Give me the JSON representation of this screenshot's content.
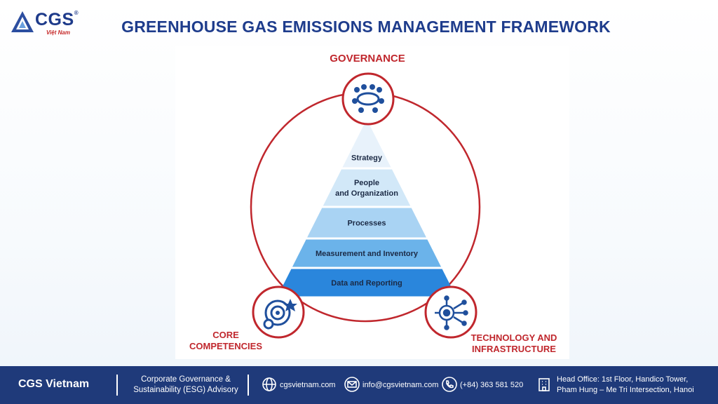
{
  "header": {
    "logo_text": "CGS",
    "logo_sup": "®",
    "logo_sub": "Việt Nam",
    "title": "GREENHOUSE GAS EMISSIONS MANAGEMENT FRAMEWORK"
  },
  "diagram": {
    "governance": "GOVERNANCE",
    "core_competencies": [
      "CORE",
      "COMPETENCIES"
    ],
    "technology": [
      "TECHNOLOGY AND",
      "INFRASTRUCTURE"
    ],
    "tiers": [
      {
        "lines": [
          "Strategy"
        ],
        "color": "#e8f2fb"
      },
      {
        "lines": [
          "People",
          "and Organization"
        ],
        "color": "#d2e8f8"
      },
      {
        "lines": [
          "Processes"
        ],
        "color": "#a9d3f3"
      },
      {
        "lines": [
          "Measurement and Inventory"
        ],
        "color": "#6bb3ea"
      },
      {
        "lines": [
          "Data and Reporting"
        ],
        "color": "#2a86dc"
      }
    ],
    "accent_color": "#c0272d",
    "icons": [
      "meeting-table-icon",
      "target-gear-icon",
      "gear-circuit-icon"
    ]
  },
  "footer": {
    "brand": "CGS Vietnam",
    "desc": [
      "Corporate Governance &",
      "Sustainability (ESG) Advisory"
    ],
    "website": "cgsvietnam.com",
    "email": "info@cgsvietnam.com",
    "phone": "(+84) 363 581 520",
    "office": [
      "Head Office: 1st Floor, Handico Tower,",
      "Pham Hung – Me Tri Intersection, Hanoi"
    ]
  }
}
